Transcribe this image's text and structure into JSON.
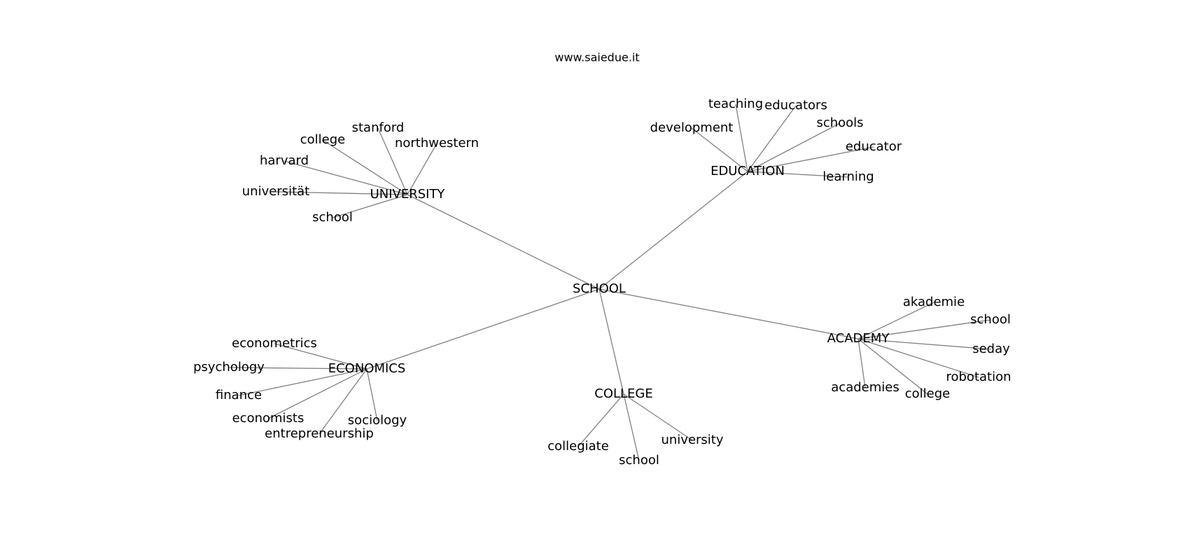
{
  "header": {
    "title": "www.saiedue.it"
  },
  "graph": {
    "nodes": [
      {
        "id": "school_root",
        "label": "SCHOOL"
      },
      {
        "id": "university",
        "label": "UNIVERSITY"
      },
      {
        "id": "education",
        "label": "EDUCATION"
      },
      {
        "id": "economics",
        "label": "ECONOMICS"
      },
      {
        "id": "college_hub",
        "label": "COLLEGE"
      },
      {
        "id": "academy",
        "label": "ACADEMY"
      },
      {
        "id": "u_stanford",
        "label": "stanford"
      },
      {
        "id": "u_college",
        "label": "college"
      },
      {
        "id": "u_northwestern",
        "label": "northwestern"
      },
      {
        "id": "u_harvard",
        "label": "harvard"
      },
      {
        "id": "u_universitat",
        "label": "universität"
      },
      {
        "id": "u_school",
        "label": "school"
      },
      {
        "id": "e_teaching",
        "label": "teaching"
      },
      {
        "id": "e_educators",
        "label": "educators"
      },
      {
        "id": "e_development",
        "label": "development"
      },
      {
        "id": "e_schools",
        "label": "schools"
      },
      {
        "id": "e_educator",
        "label": "educator"
      },
      {
        "id": "e_learning",
        "label": "learning"
      },
      {
        "id": "ec_econometrics",
        "label": "econometrics"
      },
      {
        "id": "ec_psychology",
        "label": "psychology"
      },
      {
        "id": "ec_finance",
        "label": "finance"
      },
      {
        "id": "ec_economists",
        "label": "economists"
      },
      {
        "id": "ec_sociology",
        "label": "sociology"
      },
      {
        "id": "ec_entrepreneurship",
        "label": "entrepreneurship"
      },
      {
        "id": "c_collegiate",
        "label": "collegiate"
      },
      {
        "id": "c_school",
        "label": "school"
      },
      {
        "id": "c_university",
        "label": "university"
      },
      {
        "id": "a_akademie",
        "label": "akademie"
      },
      {
        "id": "a_school",
        "label": "school"
      },
      {
        "id": "a_seday",
        "label": "seday"
      },
      {
        "id": "a_robotation",
        "label": "robotation"
      },
      {
        "id": "a_academies",
        "label": "academies"
      },
      {
        "id": "a_college",
        "label": "college"
      }
    ],
    "edges": [
      [
        "school_root",
        "university"
      ],
      [
        "school_root",
        "education"
      ],
      [
        "school_root",
        "economics"
      ],
      [
        "school_root",
        "college_hub"
      ],
      [
        "school_root",
        "academy"
      ],
      [
        "university",
        "u_stanford"
      ],
      [
        "university",
        "u_college"
      ],
      [
        "university",
        "u_northwestern"
      ],
      [
        "university",
        "u_harvard"
      ],
      [
        "university",
        "u_universitat"
      ],
      [
        "university",
        "u_school"
      ],
      [
        "education",
        "e_teaching"
      ],
      [
        "education",
        "e_educators"
      ],
      [
        "education",
        "e_development"
      ],
      [
        "education",
        "e_schools"
      ],
      [
        "education",
        "e_educator"
      ],
      [
        "education",
        "e_learning"
      ],
      [
        "economics",
        "ec_econometrics"
      ],
      [
        "economics",
        "ec_psychology"
      ],
      [
        "economics",
        "ec_finance"
      ],
      [
        "economics",
        "ec_economists"
      ],
      [
        "economics",
        "ec_sociology"
      ],
      [
        "economics",
        "ec_entrepreneurship"
      ],
      [
        "college_hub",
        "c_collegiate"
      ],
      [
        "college_hub",
        "c_school"
      ],
      [
        "college_hub",
        "c_university"
      ],
      [
        "academy",
        "a_akademie"
      ],
      [
        "academy",
        "a_school"
      ],
      [
        "academy",
        "a_seday"
      ],
      [
        "academy",
        "a_robotation"
      ],
      [
        "academy",
        "a_academies"
      ],
      [
        "academy",
        "a_college"
      ]
    ]
  }
}
